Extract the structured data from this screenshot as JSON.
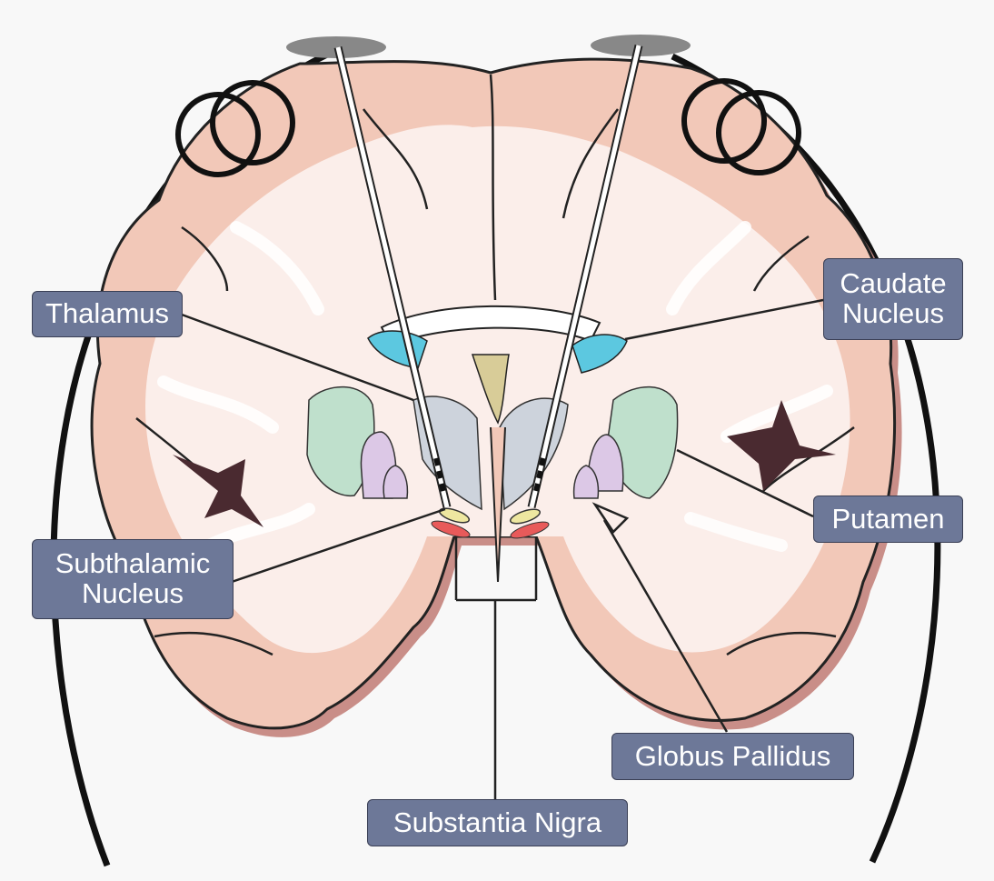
{
  "labels": {
    "thalamus": "Thalamus",
    "caudate_nucleus": "Caudate\nNucleus",
    "putamen": "Putamen",
    "subthalamic_nucleus": "Subthalamic\nNucleus",
    "globus_pallidus": "Globus Pallidus",
    "substantia_nigra": "Substantia Nigra"
  },
  "colors": {
    "background": "#f8f8f8",
    "cortex": "#f2c8b8",
    "cortex_shadow": "#c98e88",
    "white_matter": "#fbeeea",
    "label_fill": "#6d7898",
    "ventricle": "#5cc8e0",
    "third_ventricle": "#d8cc98",
    "thalamus": "#cdd3dc",
    "putamen": "#bfe0cc",
    "globus_pallidus": "#dcc8e6",
    "subthalamic_nucleus": "#eee7a0",
    "substantia_nigra": "#e85a5a",
    "electrode_cap": "#888888"
  },
  "icons": [
    "stimulation-coil-icon",
    "electrode-icon"
  ]
}
